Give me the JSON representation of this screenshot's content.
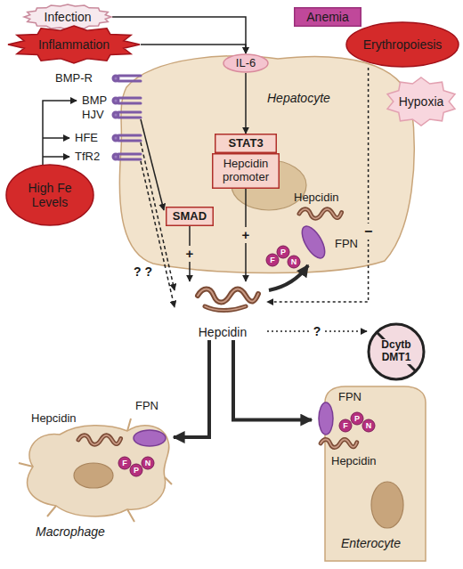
{
  "diagram": {
    "nodes": [
      {
        "text": [
          "Infection"
        ]
      },
      {
        "text": [
          "Inflammation"
        ]
      },
      {
        "text": [
          "Anemia"
        ]
      },
      {
        "text": [
          "Erythropoiesis"
        ]
      },
      {
        "text": [
          "IL-6"
        ]
      },
      {
        "text": [
          "Hypoxia"
        ]
      },
      {
        "text": [
          "Hepatocyte"
        ]
      },
      {
        "text": [
          "STAT3"
        ],
        "in": 6
      },
      {
        "text": [
          "Hepcidin promoter"
        ],
        "in": 6
      },
      {
        "text": [
          "SMAD"
        ],
        "in": 6
      },
      {
        "text": [
          "High Fe Levels"
        ]
      },
      {
        "text": [
          "Hepcidin"
        ]
      },
      {
        "text": [
          "Dcytb",
          "DMT1"
        ]
      },
      {
        "text": [
          "Macrophage"
        ]
      },
      {
        "text": [
          "Enterocyte"
        ]
      }
    ],
    "edges": [
      {
        "from": 0,
        "to": 4,
        "arrow": "to"
      },
      {
        "from": 1,
        "to": 4,
        "arrow": "to"
      },
      {
        "from": 4,
        "to": 7,
        "arrow": "to"
      },
      {
        "from": 8,
        "to": 11,
        "label": "+",
        "arrow": "to"
      },
      {
        "from": 9,
        "to": 11,
        "label": "+",
        "arrow": "to"
      },
      {
        "from": 3,
        "to": 11,
        "label": "−",
        "arrow": "to"
      },
      {
        "from": 11,
        "to": 12,
        "label": "?",
        "arrow": "to"
      },
      {
        "from": 11,
        "to": 13,
        "arrow": "to"
      },
      {
        "from": 11,
        "to": 14,
        "arrow": "to"
      }
    ],
    "labels": [
      "BMP-R",
      "BMP",
      "HJV",
      "HFE",
      "TfR2",
      "Hepcidin",
      "FPN",
      "F",
      "P",
      "N",
      "? ?",
      "Hepcidin",
      "FPN",
      "F",
      "P",
      "N",
      "FPN",
      "F",
      "P",
      "N",
      "Hepcidin"
    ]
  }
}
